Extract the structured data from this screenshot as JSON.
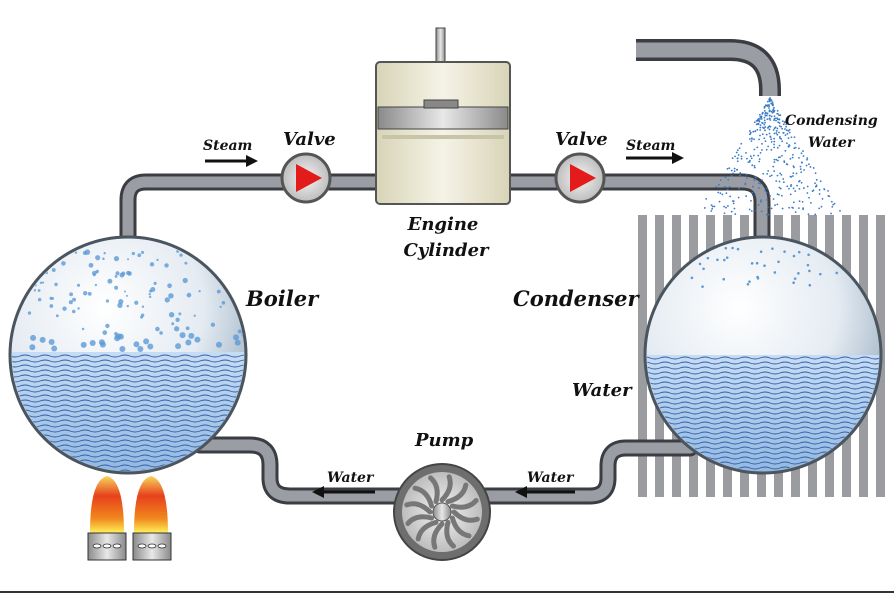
{
  "labels": {
    "steam_left": "Steam",
    "valve_left": "Valve",
    "engine_line1": "Engine",
    "engine_line2": "Cylinder",
    "valve_right": "Valve",
    "steam_right": "Steam",
    "condensing_line1": "Condensing",
    "condensing_line2": "Water",
    "boiler": "Boiler",
    "condenser": "Condenser",
    "condenser_water": "Water",
    "pump": "Pump",
    "water_left": "Water",
    "water_right": "Water"
  },
  "colors": {
    "water": "#a9c9ec",
    "water_lines": "#2d5fa8",
    "pipe": "#7c7f85",
    "valve_arrow": "#e31b1b",
    "flame": "#e8401c"
  }
}
